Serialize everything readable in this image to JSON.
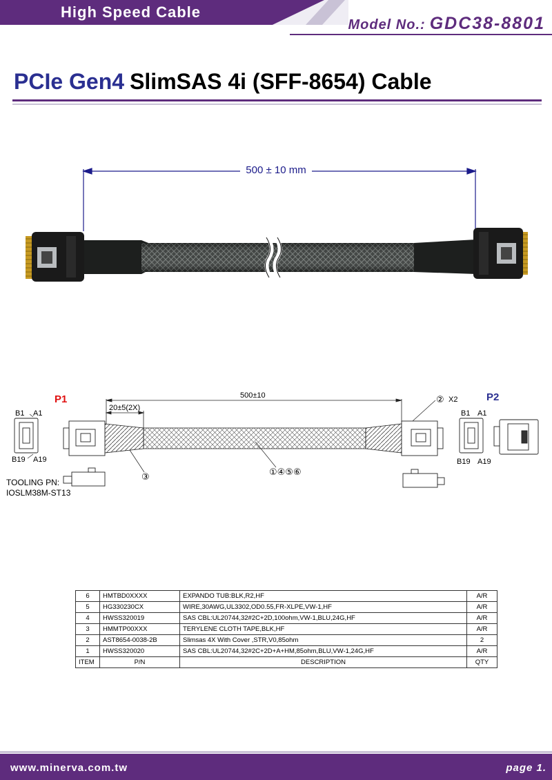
{
  "header": {
    "section_title": "High Speed Cable",
    "model_label": "Model No.:",
    "model_number": "GDC38-8801"
  },
  "title": {
    "part1": "PCIe Gen4",
    "part2": "SlimSAS 4i (SFF-8654) Cable"
  },
  "photo": {
    "length_label": "500 ± 10 mm"
  },
  "drawing": {
    "p1": "P1",
    "p2": "P2",
    "length": "500±10",
    "end_length": "20±5(2X)",
    "pin_b1": "B1",
    "pin_a1": "A1",
    "pin_b19": "B19",
    "pin_a19": "A19",
    "callout_2": "②",
    "callout_2_qty": "X2",
    "callout_3": "③",
    "callout_1456": "①④⑤⑥",
    "tooling_label": "TOOLING PN:",
    "tooling_pn": "IOSLM38M-ST13",
    "colors": {
      "p1": "#e01010",
      "p2": "#2a2f91"
    }
  },
  "bom": {
    "rows": [
      {
        "item": "6",
        "pn": "HMTBD0XXXX",
        "desc": "EXPANDO TUB:BLK,R2,HF",
        "qty": "A/R"
      },
      {
        "item": "5",
        "pn": "HG330230CX",
        "desc": "WIRE,30AWG,UL3302,OD0.55,FR-XLPE,VW-1,HF",
        "qty": "A/R"
      },
      {
        "item": "4",
        "pn": "HWSS320019",
        "desc": "SAS CBL:UL20744,32#2C+2D,100ohm,VW-1,BLU,24G,HF",
        "qty": "A/R"
      },
      {
        "item": "3",
        "pn": "HMMTP00XXX",
        "desc": "TERYLENE CLOTH TAPE,BLK,HF",
        "qty": "A/R"
      },
      {
        "item": "2",
        "pn": "AST8654-0038-2B",
        "desc": "Slimsas 4X With Cover ,STR,V0,85ohm",
        "qty": "2"
      },
      {
        "item": "1",
        "pn": "HWSS320020",
        "desc": "SAS CBL:UL20744,32#2C+2D+A+HM,85ohm,BLU,VW-1,24G,HF",
        "qty": "A/R"
      }
    ],
    "headers": {
      "item": "ITEM",
      "pn": "P/N",
      "desc": "DESCRIPTION",
      "qty": "QTY"
    }
  },
  "footer": {
    "website": "www.minerva.com.tw",
    "page": "page 1."
  },
  "colors": {
    "brand_purple": "#5e2c7d",
    "title_blue": "#2a2f91",
    "light_lavender": "#c9c2d6"
  }
}
